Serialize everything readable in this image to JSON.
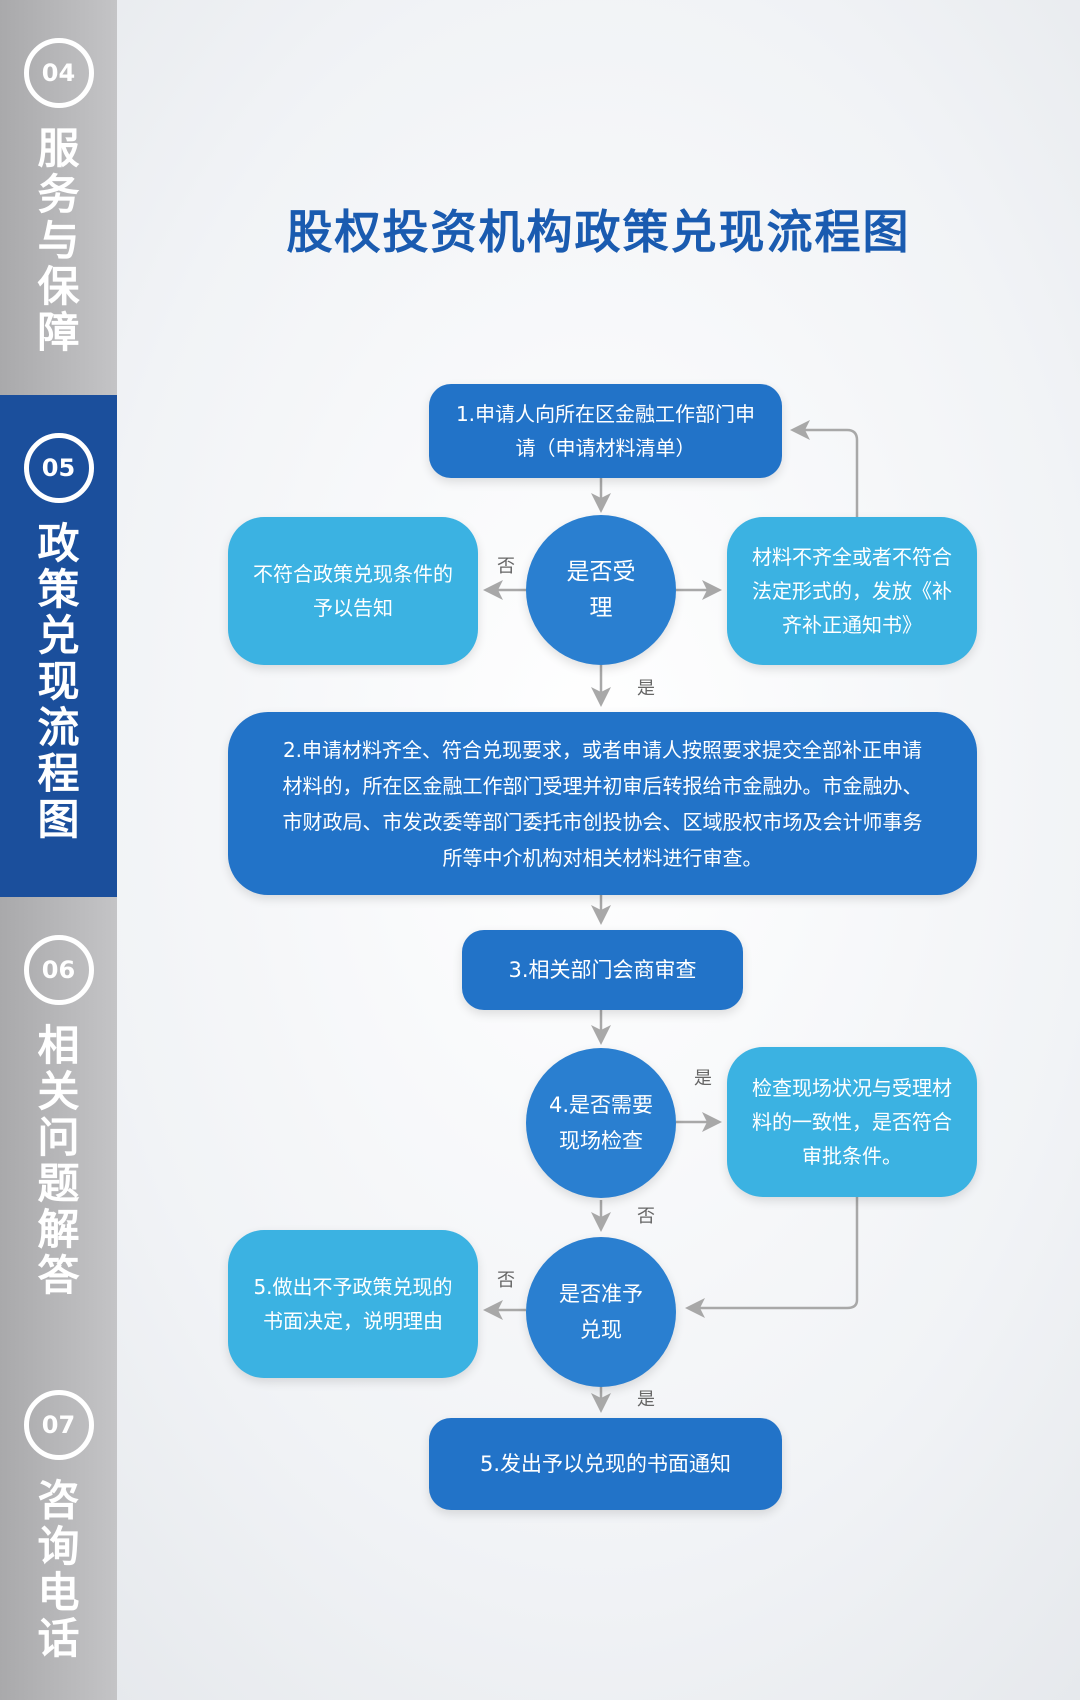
{
  "sidebar": [
    {
      "num": "04",
      "label": "服务与保障",
      "active": false
    },
    {
      "num": "05",
      "label": "政策兑现流程图",
      "active": true
    },
    {
      "num": "06",
      "label": "相关问题解答",
      "active": false
    },
    {
      "num": "07",
      "label": "咨询电话",
      "active": false
    }
  ],
  "title": "股权投资机构政策兑现流程图",
  "nodes": {
    "step1": "1.申请人向所在区金融工作部门申请（申请材料清单）",
    "decision1": "是否受理",
    "reject1": "不符合政策兑现条件的予以告知",
    "supplement": "材料不齐全或者不符合法定形式的，发放《补齐补正通知书》",
    "step2": "2.申请材料齐全、符合兑现要求，或者申请人按照要求提交全部补正申请材料的，所在区金融工作部门受理并初审后转报给市金融办。市金融办、市财政局、市发改委等部门委托市创投协会、区域股权市场及会计师事务所等中介机构对相关材料进行审查。",
    "step3": "3.相关部门会商审查",
    "decision4": "4.是否需要现场检查",
    "inspect": "检查现场状况与受理材料的一致性，是否符合审批条件。",
    "decision5": "是否准予兑现",
    "reject5": "5.做出不予政策兑现的书面决定，说明理由",
    "final": "5.发出予以兑现的书面通知"
  },
  "labels": {
    "no": "否",
    "yes": "是"
  },
  "colors": {
    "dark": "#2273c8",
    "light": "#3bb2e2",
    "sidebar_active": "#1b4f9c",
    "title": "#1a5bb0"
  }
}
